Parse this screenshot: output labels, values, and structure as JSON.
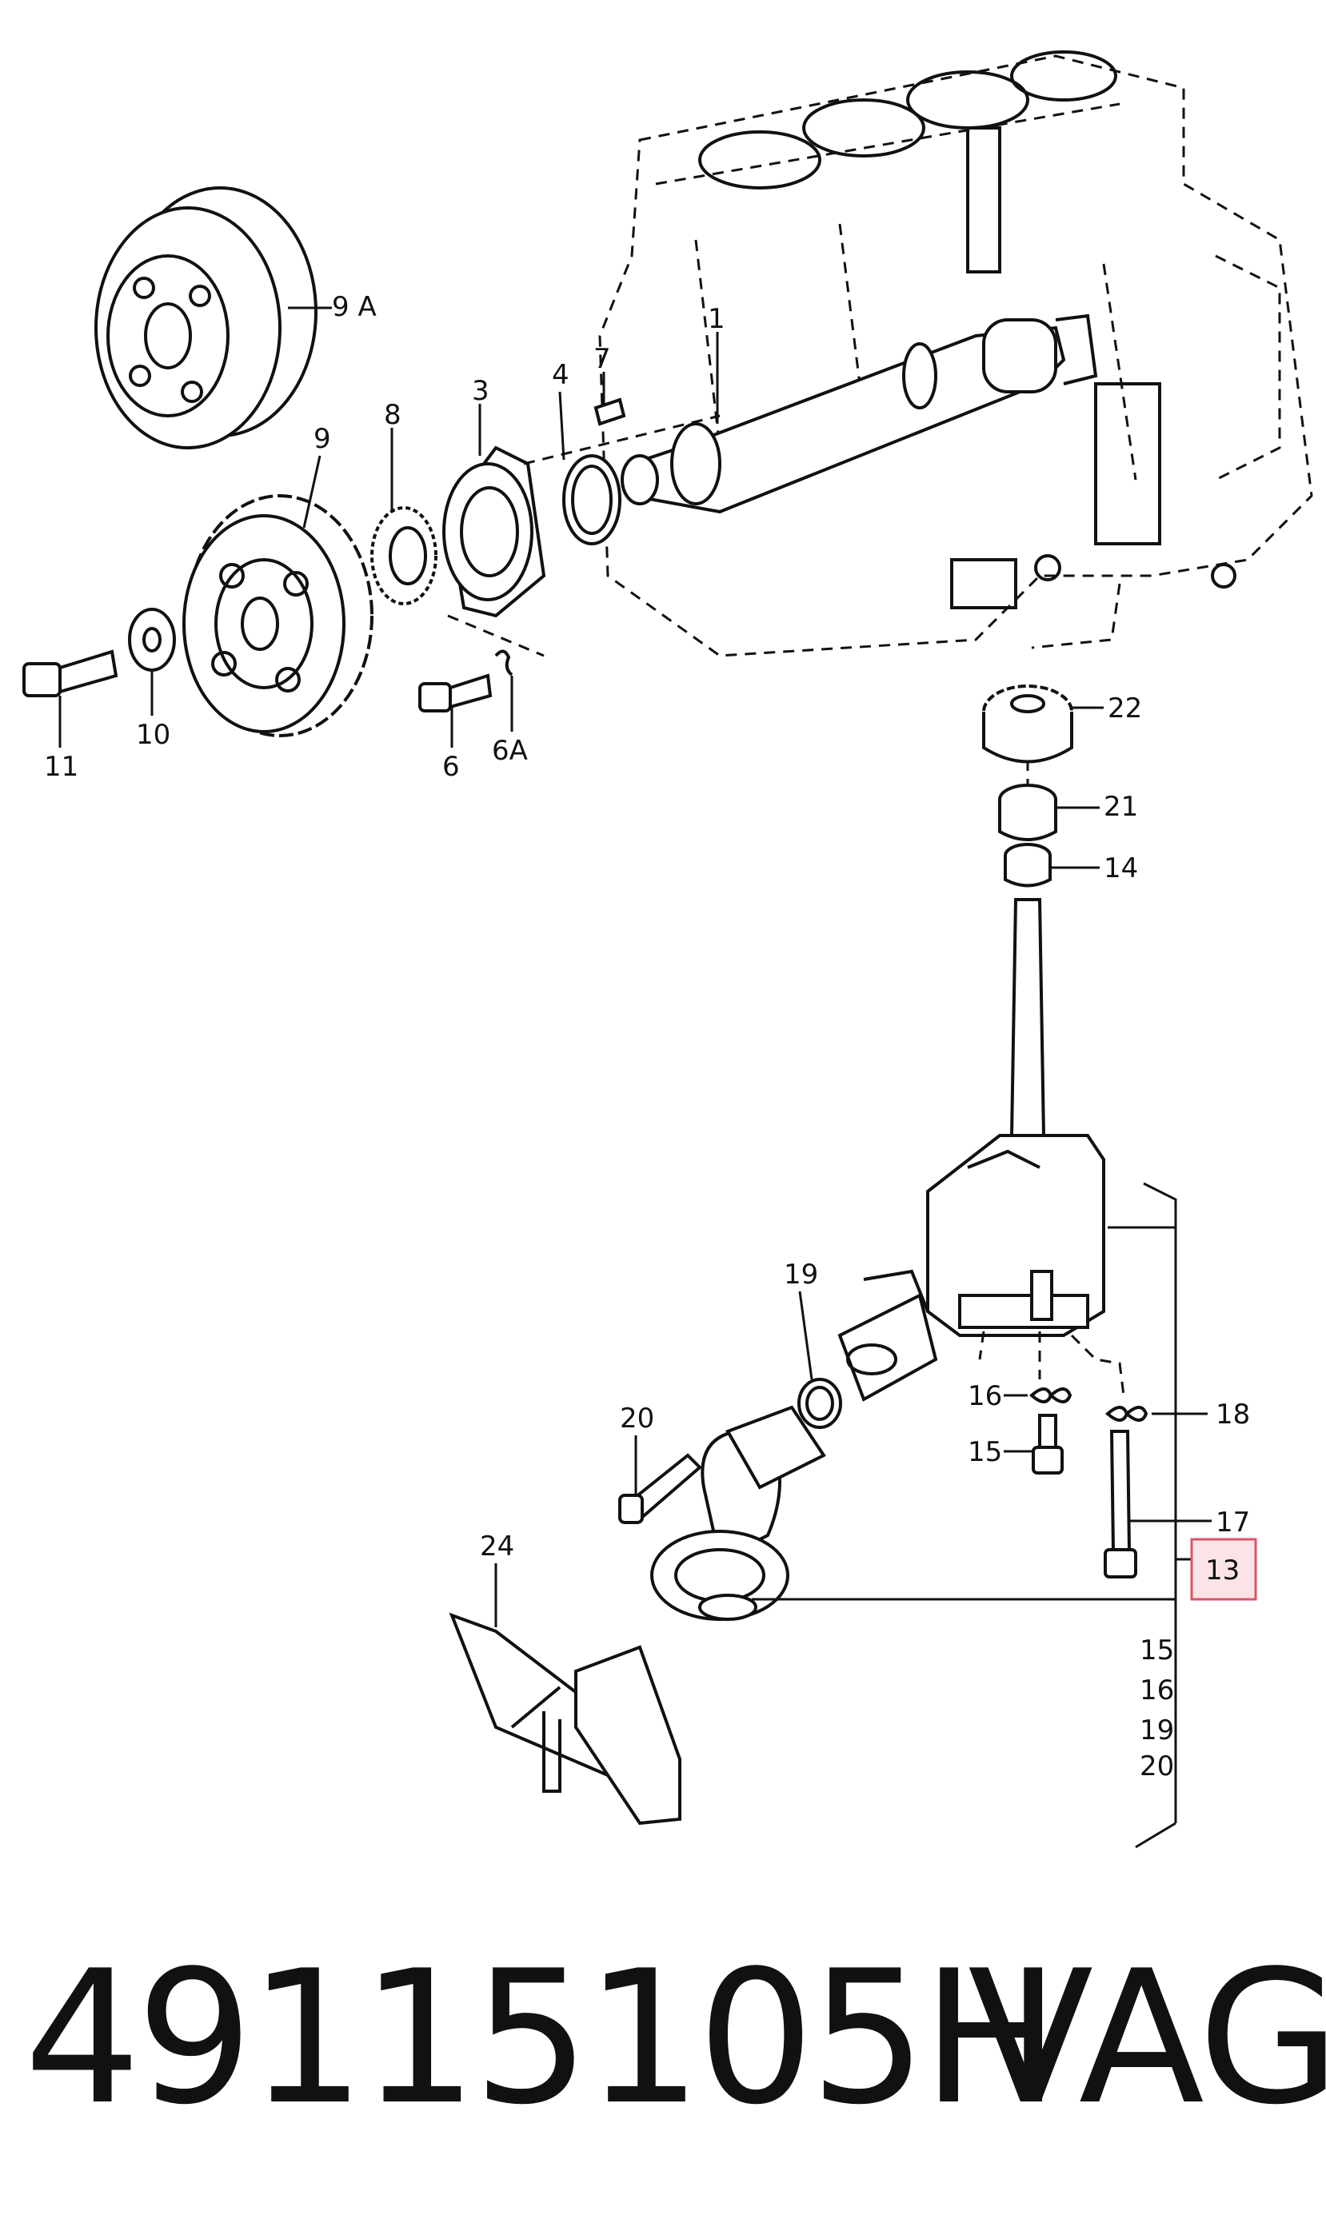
{
  "labels": {
    "l9a": "9 A",
    "l9": "9",
    "l8": "8",
    "l3": "3",
    "l4": "4",
    "l7": "7",
    "l1": "1",
    "l11": "11",
    "l10": "10",
    "l6": "6",
    "l6a": "6A",
    "l22": "22",
    "l21": "21",
    "l14": "14",
    "l19": "19",
    "l20": "20",
    "l16": "16",
    "l15": "15",
    "l18": "18",
    "l17": "17",
    "l13": "13",
    "l24": "24",
    "kit15": "15",
    "kit16": "16",
    "kit19": "19",
    "kit20": "20"
  },
  "footer": {
    "part_number": "49115105H",
    "brand": "VAG"
  },
  "colors": {
    "highlight_fill": "#fbe3e6",
    "highlight_stroke": "#d9566a",
    "ink": "#111111"
  }
}
